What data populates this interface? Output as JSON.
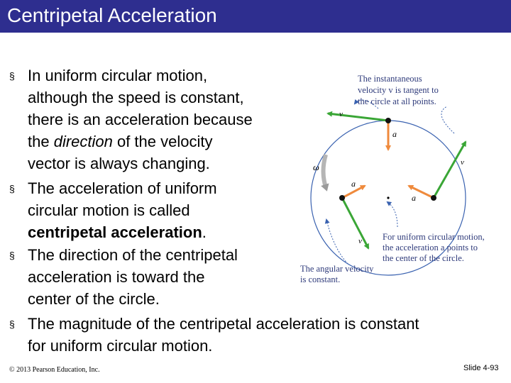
{
  "slide": {
    "title": "Centripetal Acceleration",
    "bullets": [
      {
        "lines": [
          {
            "segments": [
              {
                "text": "In uniform circular motion,"
              }
            ]
          },
          {
            "segments": [
              {
                "text": "although the speed is constant,"
              }
            ]
          },
          {
            "segments": [
              {
                "text": "there is an acceleration because"
              }
            ]
          },
          {
            "segments": [
              {
                "text": "the "
              },
              {
                "text": "direction",
                "style": "italic"
              },
              {
                "text": " of the velocity"
              }
            ]
          },
          {
            "segments": [
              {
                "text": "vector is always changing."
              }
            ]
          }
        ]
      },
      {
        "lines": [
          {
            "segments": [
              {
                "text": "The acceleration of uniform"
              }
            ]
          },
          {
            "segments": [
              {
                "text": "circular motion is called"
              }
            ]
          },
          {
            "segments": [
              {
                "text": "centripetal acceleration",
                "style": "bold"
              },
              {
                "text": "."
              }
            ]
          }
        ]
      },
      {
        "lines": [
          {
            "segments": [
              {
                "text": "The direction of the centripetal"
              }
            ]
          },
          {
            "segments": [
              {
                "text": "acceleration is toward the"
              }
            ]
          },
          {
            "segments": [
              {
                "text": "center of the circle."
              }
            ]
          }
        ]
      },
      {
        "lines": [
          {
            "segments": [
              {
                "text": "The magnitude of the centripetal acceleration is constant"
              }
            ]
          },
          {
            "segments": [
              {
                "text": "for uniform circular motion."
              }
            ]
          }
        ]
      }
    ],
    "footer_left": "© 2013 Pearson Education, Inc.",
    "footer_right": "Slide 4-93"
  },
  "figure": {
    "caption_velocity": [
      "The instantaneous",
      "velocity v is tangent to",
      "the circle at all points."
    ],
    "caption_acceleration": [
      "For uniform circular motion,",
      "the acceleration a points to",
      "the center of the circle."
    ],
    "caption_angular": [
      "The angular velocity",
      "is constant."
    ],
    "symbols": {
      "velocity": "v",
      "acceleration": "a",
      "omega": "ω"
    },
    "colors": {
      "title_bar": "#2e2e8f",
      "velocity_arrow": "#3aa636",
      "acceleration_arrow": "#ef8a3c",
      "circle": "#3a62b0",
      "caption": "#2e3a7a"
    }
  }
}
